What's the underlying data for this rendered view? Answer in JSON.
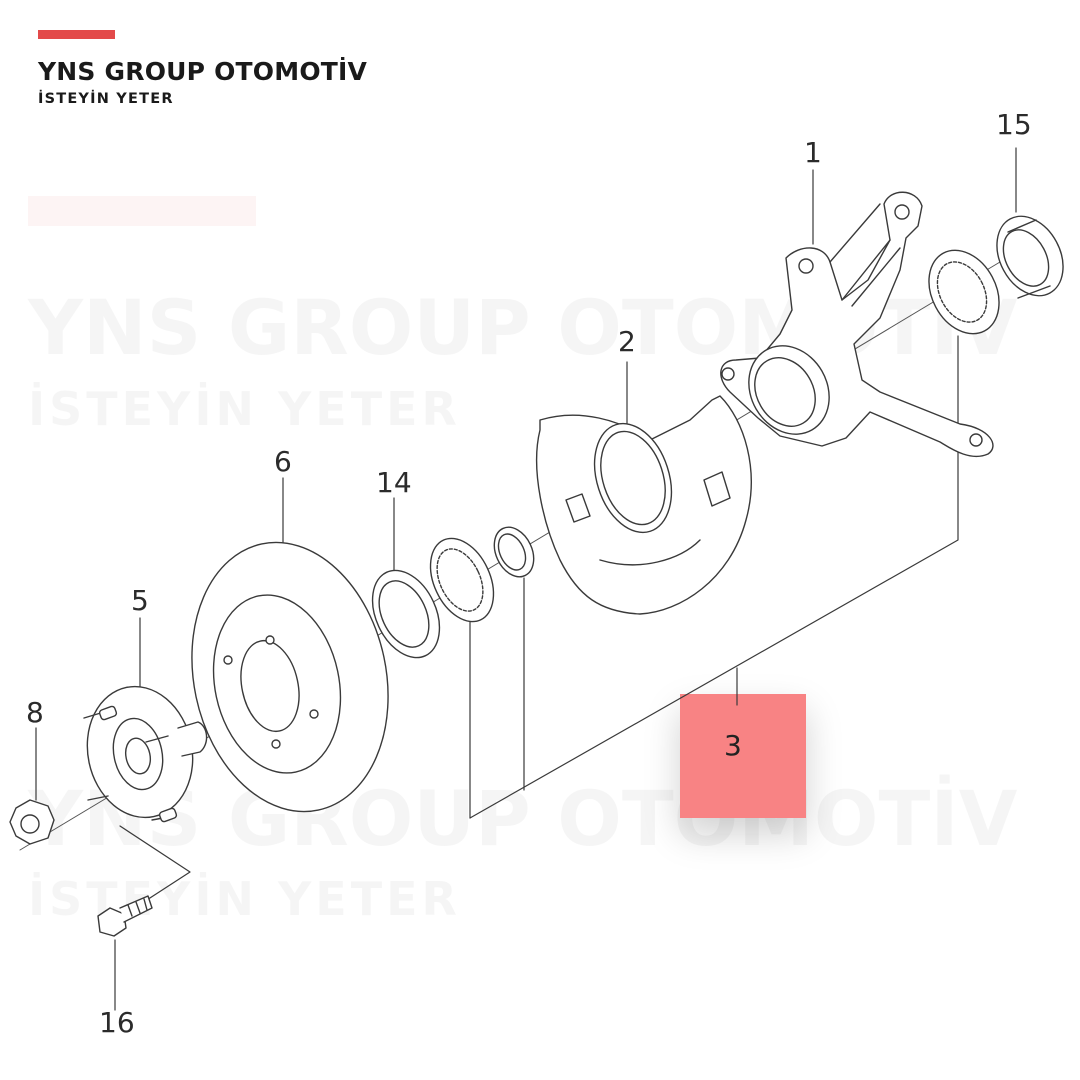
{
  "brand": {
    "name": "YNS GROUP OTOMOTİV",
    "tagline": "İSTEYİN YETER",
    "accent_color": "#e34a4a"
  },
  "watermark": {
    "name": "YNS GROUP OTOMOTİV",
    "tagline": "İSTEYİN YETER"
  },
  "callouts": {
    "knuckle": "1",
    "dust_shield": "2",
    "bearing_kit": "3",
    "hub": "5",
    "brake_disc": "6",
    "hub_nut": "8",
    "outer_race": "14",
    "seal": "15",
    "wheel_bolt": "16"
  },
  "highlight": {
    "color": "#f88384"
  }
}
